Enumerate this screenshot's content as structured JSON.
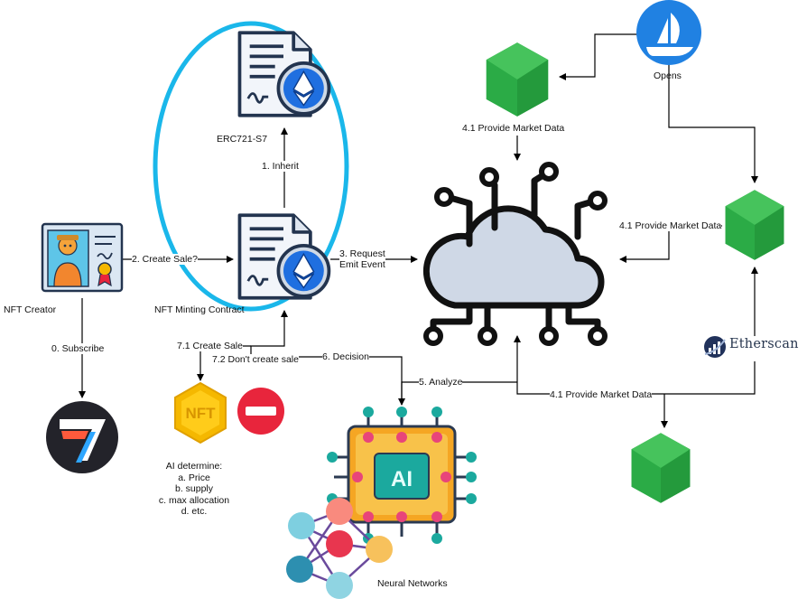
{
  "labels": {
    "erc721": "ERC721-S7",
    "inherit": "1. Inherit",
    "create_sale_q": "2. Create Sale?",
    "request_emit": "3. Request\nEmit Event",
    "provide_market_top": "4.1 Provide Market Data",
    "provide_market_right": "4.1 Provide Market Data",
    "provide_market_bottom": "4.1 Provide Market Data",
    "opens": "Opens",
    "nft_creator": "NFT Creator",
    "nft_minting_contract": "NFT Minting Contract",
    "subscribe": "0. Subscribe",
    "create_sale": "7.1 Create Sale",
    "dont_create_sale": "7.2 Don't create sale",
    "decision": "6. Decision",
    "analyze": "5. Analyze",
    "etherscan": "Etherscan",
    "neural_networks": "Neural Networks",
    "ai_chip_text": "AI",
    "nft_badge_text": "NFT",
    "seven_logo": "7"
  },
  "ai_notes": {
    "title": "AI determine:",
    "items": [
      "a. Price",
      "b. supply",
      "c. max allocation",
      "d. etc."
    ]
  },
  "colors": {
    "highlight_ellipse": "#1ab7ea",
    "opensea_blue": "#2081e2",
    "node_green": "#2fb34a",
    "eth_blue": "#1f6fe0",
    "nft_gold": "#f5b800",
    "stop_red": "#e8253c",
    "chip_orange": "#f5a623",
    "chip_teal": "#1ba99e",
    "etherscan_navy": "#21325b"
  }
}
